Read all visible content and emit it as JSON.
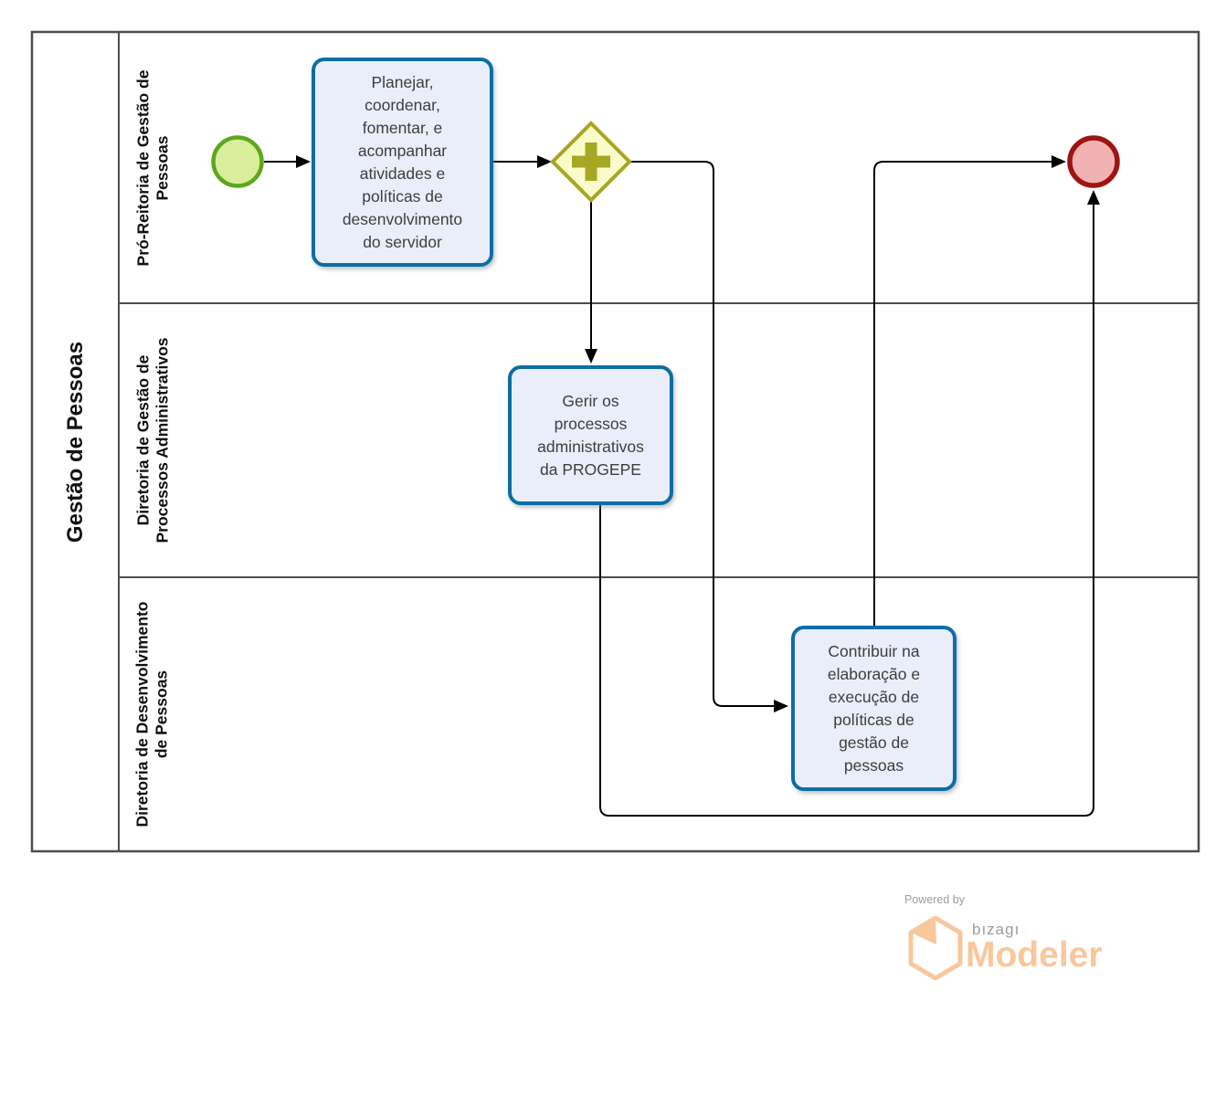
{
  "pool": {
    "title": "Gestão de Pessoas"
  },
  "lanes": [
    {
      "name": "pro-reitoria-de-gestao-de-pessoas",
      "lines": [
        "Pró-Reitoria de Gestão de",
        "Pessoas"
      ]
    },
    {
      "name": "diretoria-de-gestao-de-processos-administrativos",
      "lines": [
        "Diretoria de Gestão de",
        "Processos Administrativos"
      ]
    },
    {
      "name": "diretoria-de-desenvolvimento-de-pessoas",
      "lines": [
        "Diretoria de Desenvolvimento",
        "de Pessoas"
      ]
    }
  ],
  "nodes": {
    "start_event": {
      "type": "start-event"
    },
    "task_planejar": {
      "label": "Planejar, coordenar, fomentar, e acompanhar atividades e políticas de desenvolvimento do servidor"
    },
    "gateway_parallel": {
      "type": "parallel-gateway"
    },
    "task_gerir": {
      "label": "Gerir os processos administrativos da PROGEPE"
    },
    "task_contribuir": {
      "label": "Contribuir na elaboração e execução de políticas de gestão de pessoas"
    },
    "end_event": {
      "type": "end-event"
    }
  },
  "colors": {
    "task_fill": "#EAEEFB",
    "task_border": "#0B6EA4",
    "gateway_fill": "#FBFBCA",
    "gateway_border": "#A6A724",
    "start_fill": "#D8EE9C",
    "start_border": "#5EA71C",
    "end_fill": "#F1B2B2",
    "end_border": "#9F1313",
    "flow_line": "#000000",
    "frame": "#4D4D4D",
    "brand_orange": "#F8C79B",
    "brand_gray": "#9B9B9B"
  },
  "branding": {
    "powered_by": "Powered by",
    "brand": "bızagı",
    "product": "Modeler"
  }
}
